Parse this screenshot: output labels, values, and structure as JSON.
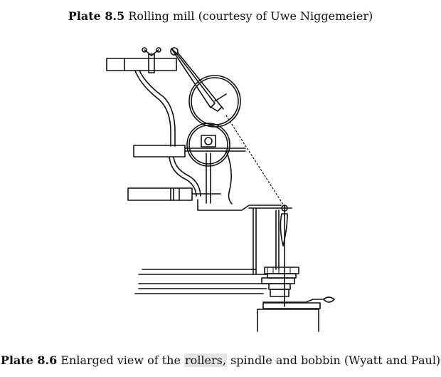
{
  "plate_top": {
    "number": "Plate 8.5",
    "text": "Rolling mill (courtesy of Uwe Niggemeier)"
  },
  "plate_bottom": {
    "number": "Plate 8.6",
    "text_before": "Enlarged view of the",
    "highlight": "rollers,",
    "text_after": "spindle and bobbin (Wyatt and Paul)"
  }
}
